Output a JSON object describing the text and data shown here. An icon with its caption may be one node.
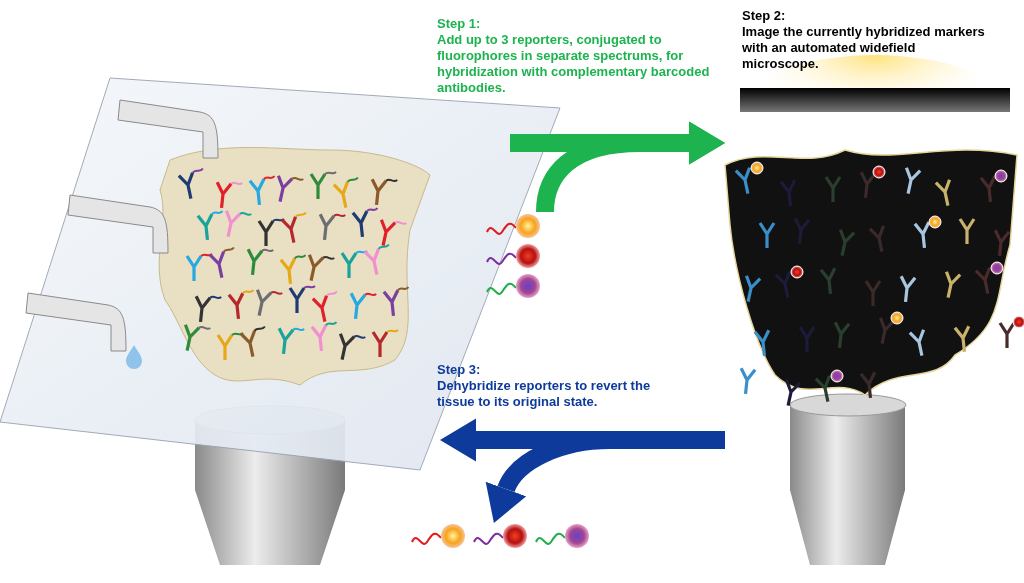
{
  "diagram": {
    "nodes": [
      {
        "text": [],
        "shape": "picture"
      },
      {
        "text": [],
        "shape": "picture"
      },
      {
        "text": [],
        "shape": "picture"
      }
    ],
    "edges": [
      {
        "from": null,
        "to": 1,
        "arrow": "to",
        "color": "#1db34f"
      },
      {
        "from": 0,
        "to": 1,
        "arrow": "to",
        "color": "#1db34f"
      },
      {
        "from": 1,
        "to": null,
        "arrow": "to",
        "color": "#0d3a9b"
      },
      {
        "from": 1,
        "to": 2,
        "arrow": "to",
        "color": "#0d3a9b"
      }
    ],
    "labels": [
      "Step 1:",
      "Add up to 3 reporters, conjugated to fluorophores in separate spectrums, for hybridization with complementary barcoded antibodies.",
      "Step 2:",
      "Image the currently hybridized markers with an automated widefield microscope.",
      "Step 3:",
      "Dehybridize reporters to revert the tissue to its original state."
    ]
  }
}
